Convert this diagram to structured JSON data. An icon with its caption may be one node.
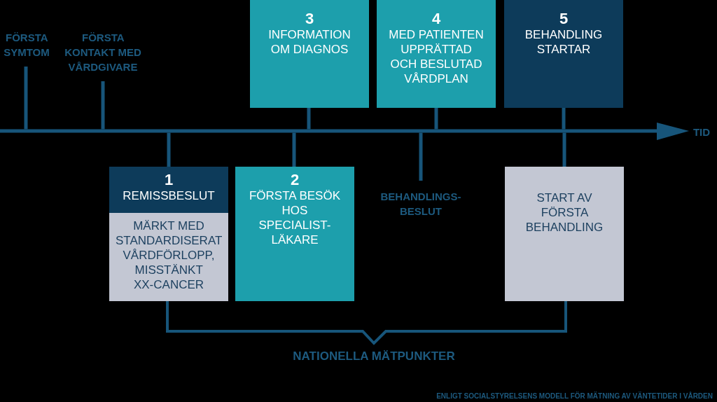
{
  "diagram": {
    "caption": "ENLIGT SOCIALSTYRELSENS MODELL FÖR MÄTNING AV VÄNTETIDER I VÅRDEN",
    "nodes": [
      {
        "text": [
          "FÖRSTA SYMTOM"
        ]
      },
      {
        "text": [
          "FÖRSTA KONTAKT MED VÅRDGIVARE"
        ]
      },
      {
        "text": [
          "1",
          "REMISSBESLUT",
          "MÄRKT MED STANDARDISERAT VÅRDFÖRLOPP, MISSTÄNKT XX-CANCER"
        ]
      },
      {
        "text": [
          "2",
          "FÖRSTA BESÖK HOS SPECIALIST- LÄKARE"
        ]
      },
      {
        "text": [
          "3",
          "INFORMATION OM DIAGNOS"
        ]
      },
      {
        "text": [
          "BEHANDLINGS- BESLUT"
        ]
      },
      {
        "text": [
          "4",
          "MED PATIENTEN UPPRÄTTAD OCH BESLUTAD VÅRDPLAN"
        ]
      },
      {
        "text": [
          "5",
          "BEHANDLING STARTAR"
        ]
      },
      {
        "text": [
          "START AV FÖRSTA BEHANDLING"
        ]
      },
      {
        "text": [],
        "shape": "bar"
      }
    ],
    "edges": [
      {
        "from": 0,
        "to": 9,
        "arrow": "none"
      },
      {
        "from": 1,
        "to": 9,
        "arrow": "none"
      },
      {
        "from": 2,
        "to": 9,
        "arrow": "none"
      },
      {
        "from": 3,
        "to": 9,
        "arrow": "none"
      },
      {
        "from": 4,
        "to": 9,
        "arrow": "none"
      },
      {
        "from": 5,
        "to": 9,
        "arrow": "none"
      },
      {
        "from": 6,
        "to": 9,
        "arrow": "none"
      },
      {
        "from": 7,
        "to": 9,
        "arrow": "none"
      },
      {
        "from": 8,
        "to": 9,
        "arrow": "none"
      }
    ],
    "labels": [
      "TID",
      "NATIONELLA MÄTPUNKTER"
    ]
  }
}
